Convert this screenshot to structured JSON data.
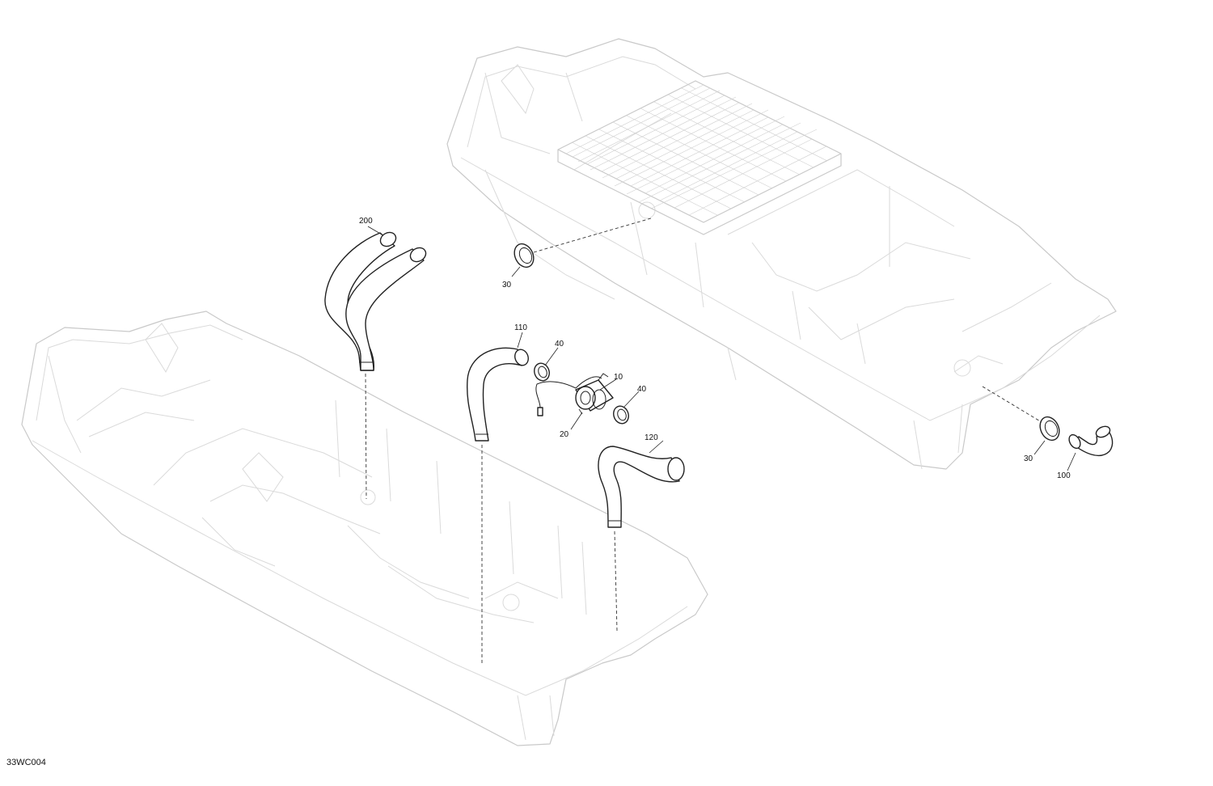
{
  "drawing_code": "33WC004",
  "callouts": {
    "c200": "200",
    "c30_upper": "30",
    "c110": "110",
    "c40_left": "40",
    "c10": "10",
    "c40_right": "40",
    "c20": "20",
    "c120": "120",
    "c30_lower": "30",
    "c100": "100"
  },
  "colors": {
    "ghost_outline": "#c9c9c9",
    "part_outline": "#222222",
    "background": "#ffffff"
  }
}
